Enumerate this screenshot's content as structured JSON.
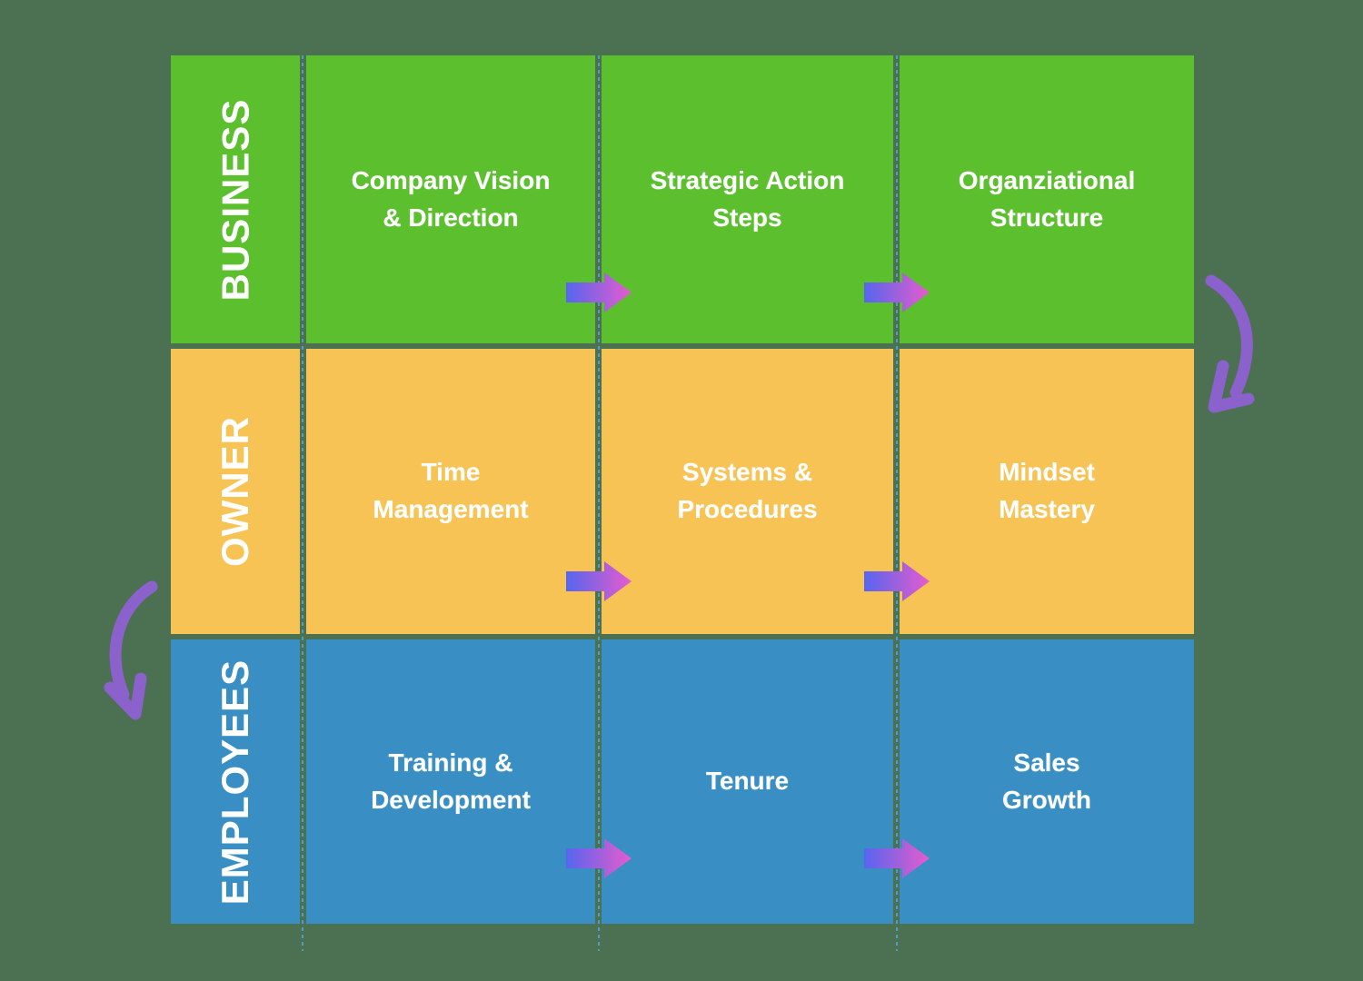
{
  "matrix": {
    "rows": [
      {
        "header": "BUSINESS",
        "cells": [
          {
            "label": "Company Vision\n& Direction"
          },
          {
            "label": "Strategic Action\nSteps"
          },
          {
            "label": "Organziational\nStructure"
          }
        ]
      },
      {
        "header": "OWNER",
        "cells": [
          {
            "label": "Time\nManagement"
          },
          {
            "label": "Systems &\nProcedures"
          },
          {
            "label": "Mindset\nMastery"
          }
        ]
      },
      {
        "header": "EMPLOYEES",
        "cells": [
          {
            "label": "Training &\nDevelopment"
          },
          {
            "label": "Tenure"
          },
          {
            "label": "Sales\nGrowth"
          }
        ]
      }
    ]
  },
  "colors": {
    "background": "#4C7052",
    "business_row": "#5CBF2E",
    "owner_row": "#F7C355",
    "employees_row": "#398FC4",
    "flow_arrow_gradient_start": "#5566EF",
    "flow_arrow_gradient_end": "#E75BCD",
    "curved_arrow": "#8B61CC",
    "dashed_divider": "#4E9EC2",
    "text": "#FFFFFF"
  }
}
